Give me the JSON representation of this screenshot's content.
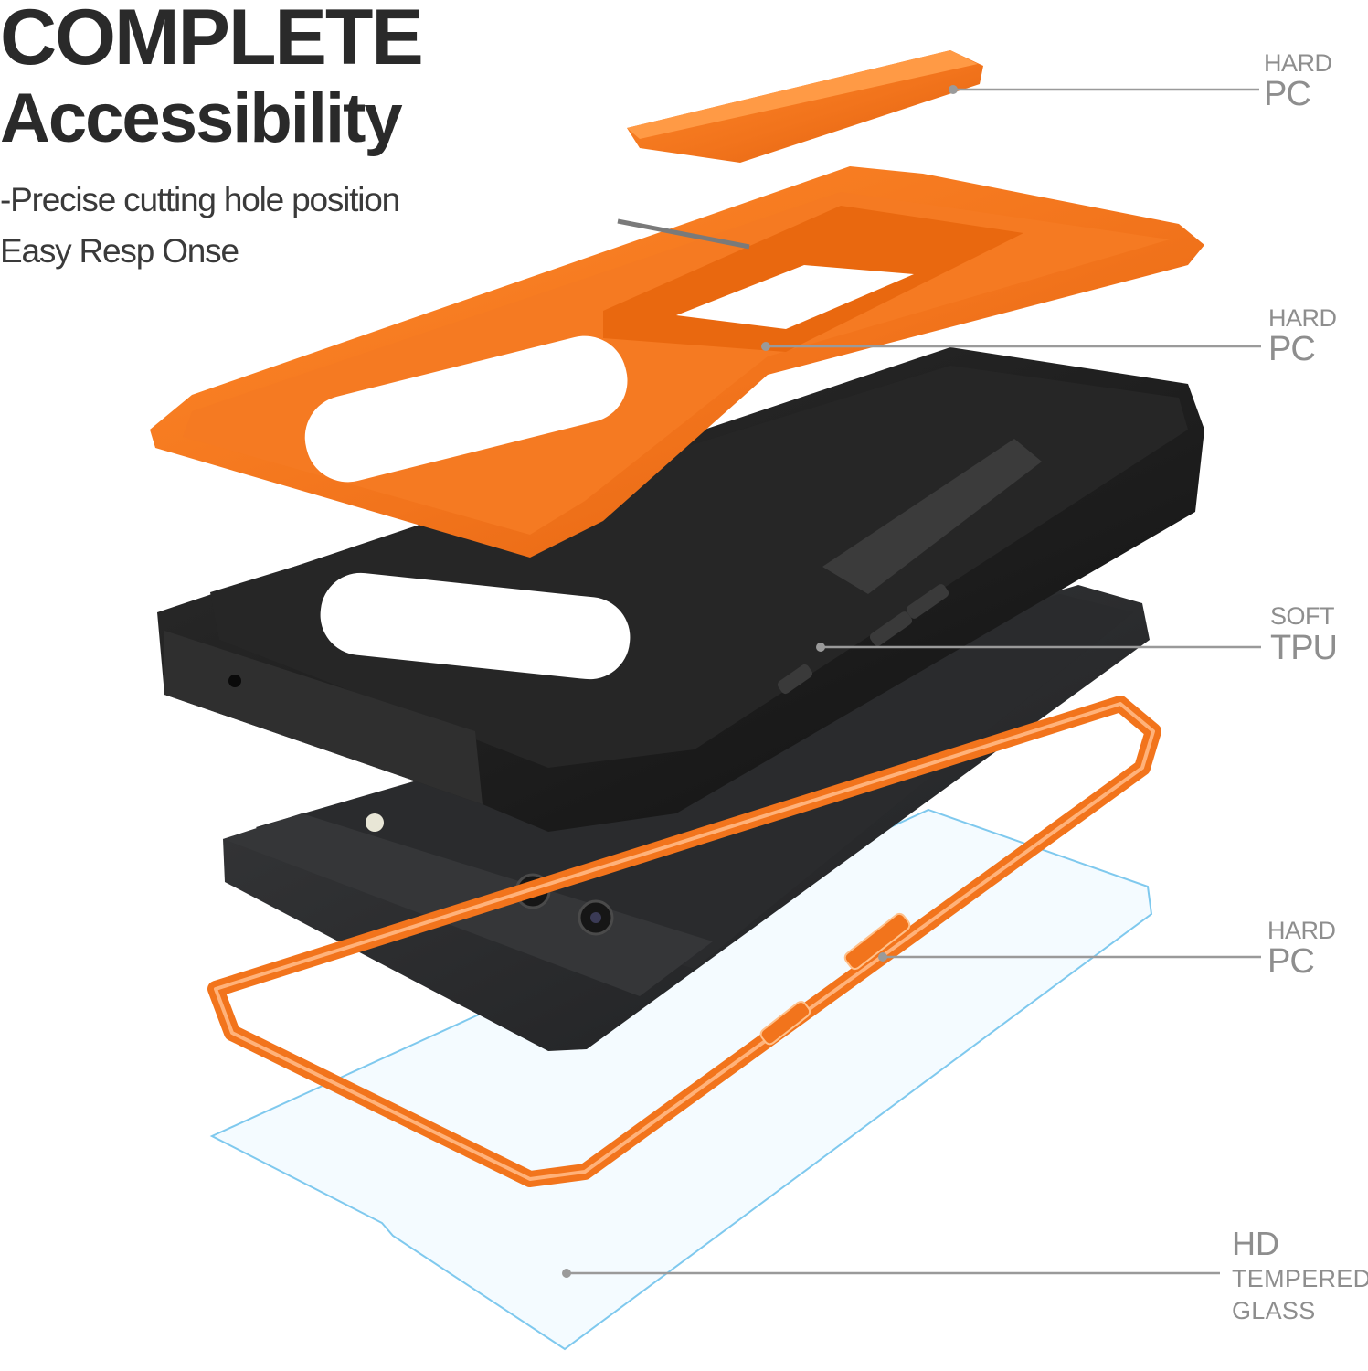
{
  "headline": {
    "line1": "COMPLETE",
    "line2": "Accessibility"
  },
  "features": [
    "-Precise cutting hole position",
    " Easy Resp Onse"
  ],
  "layers": [
    {
      "material_top": "HARD",
      "material_main": "PC"
    },
    {
      "material_top": "HARD",
      "material_main": "PC"
    },
    {
      "material_top": "SOFT",
      "material_main": "TPU"
    },
    {
      "material_top": "HARD",
      "material_main": "PC"
    },
    {
      "material_top": "HD",
      "material_main": "TEMPERED",
      "material_sub": "GLASS"
    }
  ],
  "colors": {
    "accent_orange": "#f2741c",
    "tpu_black": "#1e1e1e",
    "phone_dark": "#2b2c2e",
    "glass_outline": "#7fc9ee",
    "callout_gray": "#8e8e8e"
  }
}
